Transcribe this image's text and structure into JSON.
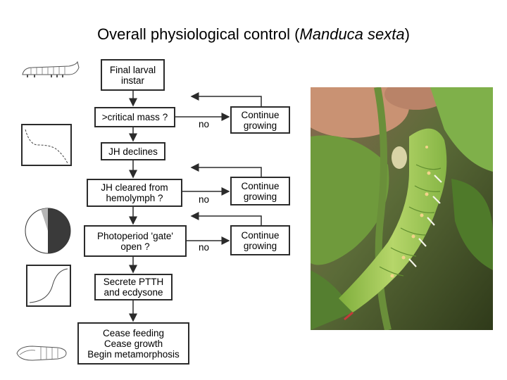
{
  "title": {
    "prefix": "Overall physiological control (",
    "species": "Manduca sexta",
    "suffix": ")"
  },
  "flowchart": {
    "steps": [
      {
        "id": "final-larval-instar",
        "lines": [
          "Final larval",
          "instar"
        ]
      },
      {
        "id": "critical-mass",
        "lines": [
          ">critical mass ?"
        ]
      },
      {
        "id": "jh-declines",
        "lines": [
          "JH declines"
        ]
      },
      {
        "id": "jh-cleared",
        "lines": [
          "JH cleared from",
          "hemolymph ?"
        ]
      },
      {
        "id": "photoperiod-gate",
        "lines": [
          "Photoperiod 'gate'",
          "open ?"
        ]
      },
      {
        "id": "secrete-ptth",
        "lines": [
          "Secrete PTTH",
          "and ecdysone"
        ]
      },
      {
        "id": "cease-feeding",
        "lines": [
          "Cease feeding",
          "Cease growth",
          "Begin metamorphosis"
        ]
      }
    ],
    "branches": [
      {
        "no_label": "no",
        "loop_lines": [
          "Continue",
          "growing"
        ]
      },
      {
        "no_label": "no",
        "loop_lines": [
          "Continue",
          "growing"
        ]
      },
      {
        "no_label": "no",
        "loop_lines": [
          "Continue",
          "growing"
        ]
      }
    ]
  },
  "side_icons": [
    {
      "name": "larva-icon"
    },
    {
      "name": "declining-curve-icon"
    },
    {
      "name": "pie-chart-icon"
    },
    {
      "name": "sigmoid-curve-icon"
    },
    {
      "name": "pupa-icon"
    }
  ],
  "photo": {
    "subject": "green hornworm caterpillar on leaf"
  },
  "colors": {
    "box_border": "#2b2b2b",
    "caterpillar": "#9cc54f",
    "leaf": "#6f9a3c"
  }
}
